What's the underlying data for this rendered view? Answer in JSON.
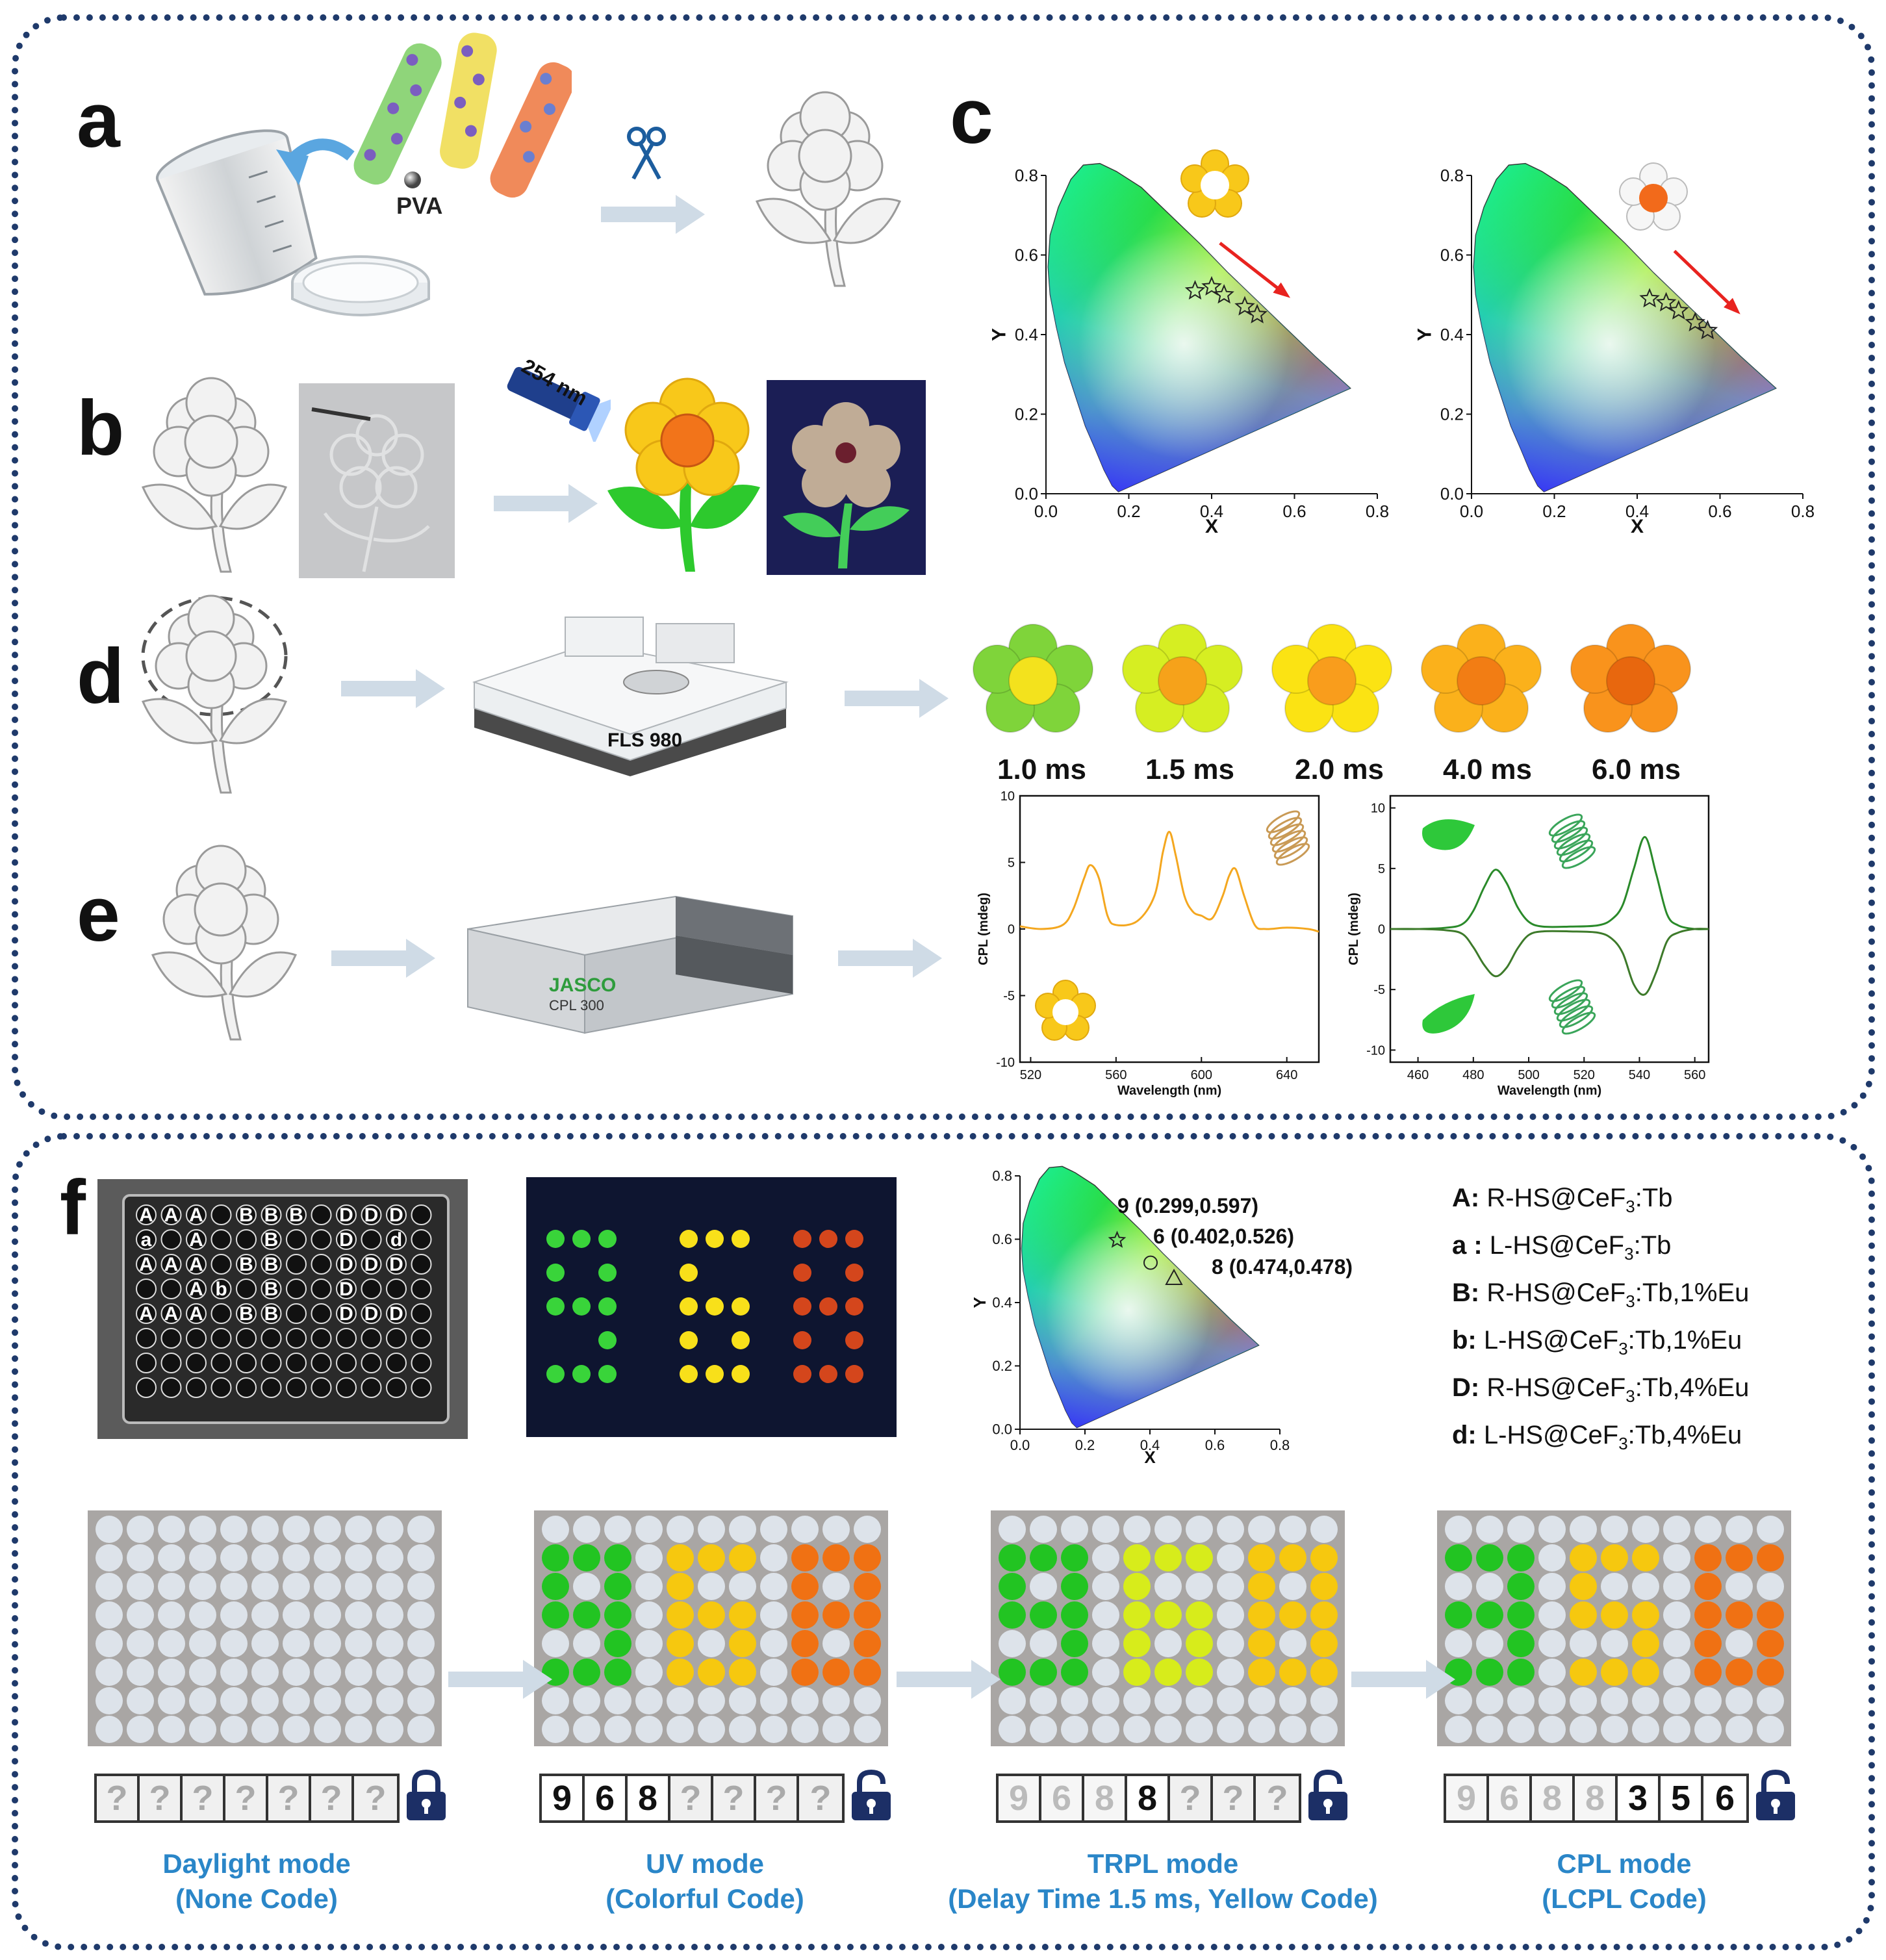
{
  "panels": {
    "a": "a",
    "b": "b",
    "c": "c",
    "d": "d",
    "e": "e",
    "f": "f"
  },
  "panel_a": {
    "material_label": "PVA"
  },
  "panel_b": {
    "uv_label": "254 nm"
  },
  "panel_c": {
    "charts": [
      {
        "xlabel": "X",
        "ylabel": "Y",
        "xticks": [
          "0.0",
          "0.2",
          "0.4",
          "0.6",
          "0.8"
        ],
        "yticks": [
          "0.0",
          "0.2",
          "0.4",
          "0.6",
          "0.8"
        ]
      },
      {
        "xlabel": "X",
        "ylabel": "Y",
        "xticks": [
          "0.0",
          "0.2",
          "0.4",
          "0.6",
          "0.8"
        ],
        "yticks": [
          "0.0",
          "0.2",
          "0.4",
          "0.6",
          "0.8"
        ]
      }
    ]
  },
  "panel_d": {
    "instrument_label": "FLS 980",
    "delays": [
      "1.0 ms",
      "1.5 ms",
      "2.0 ms",
      "4.0 ms",
      "6.0 ms"
    ],
    "flower_colors": [
      {
        "petal": "#7fd43a",
        "center": "#f3e21d"
      },
      {
        "petal": "#d6ee22",
        "center": "#f6a21a"
      },
      {
        "petal": "#fbe313",
        "center": "#f99d1c"
      },
      {
        "petal": "#fbb11b",
        "center": "#f27d14"
      },
      {
        "petal": "#f9931c",
        "center": "#e8670e"
      }
    ]
  },
  "panel_e": {
    "instrument_brand": "JASCO",
    "instrument_model": "CPL 300"
  },
  "chart_data": [
    {
      "type": "scatter",
      "xlabel": "X",
      "ylabel": "Y",
      "xlim": [
        0.0,
        0.8
      ],
      "ylim": [
        0.0,
        0.8
      ],
      "series": [
        {
          "x": [
            0.36,
            0.4,
            0.43,
            0.48,
            0.51
          ],
          "y": [
            0.51,
            0.52,
            0.5,
            0.47,
            0.45
          ]
        }
      ]
    },
    {
      "type": "scatter",
      "xlabel": "X",
      "ylabel": "Y",
      "xlim": [
        0.0,
        0.8
      ],
      "ylim": [
        0.0,
        0.8
      ],
      "series": [
        {
          "x": [
            0.43,
            0.47,
            0.5,
            0.54,
            0.57
          ],
          "y": [
            0.49,
            0.48,
            0.46,
            0.43,
            0.41
          ]
        }
      ]
    },
    {
      "type": "line",
      "xlabel": "Wavelength (nm)",
      "ylabel": "CPL (mdeg)",
      "xlim": [
        515,
        655
      ],
      "ylim": [
        -10,
        10
      ],
      "xticks": [
        "520",
        "560",
        "600",
        "640"
      ],
      "yticks": [
        "10",
        "5",
        "0",
        "-5",
        "-10"
      ],
      "series": [
        {
          "x": [
            515,
            525,
            535,
            540,
            545,
            548,
            552,
            556,
            560,
            570,
            578,
            582,
            585,
            588,
            592,
            596,
            600,
            605,
            610,
            613,
            616,
            620,
            625,
            630,
            640,
            650,
            655
          ],
          "y": [
            0.2,
            0.0,
            0.3,
            1.5,
            3.8,
            4.8,
            3.8,
            1.0,
            0.3,
            0.6,
            2.5,
            5.8,
            7.3,
            5.5,
            2.5,
            1.3,
            1.0,
            0.8,
            2.5,
            4.0,
            4.5,
            2.5,
            0.3,
            0.0,
            0.1,
            0.0,
            -0.2
          ]
        }
      ]
    },
    {
      "type": "line",
      "xlabel": "Wavelength (nm)",
      "ylabel": "CPL (mdeg)",
      "xlim": [
        450,
        565
      ],
      "ylim": [
        -11,
        11
      ],
      "xticks": [
        "460",
        "480",
        "500",
        "520",
        "540",
        "560"
      ],
      "yticks": [
        "10",
        "5",
        "0",
        "-5",
        "-10"
      ],
      "series": [
        {
          "x": [
            450,
            460,
            470,
            476,
            480,
            484,
            488,
            492,
            496,
            500,
            505,
            515,
            525,
            530,
            534,
            538,
            542,
            546,
            550,
            554,
            560,
            565
          ],
          "y": [
            0.0,
            0.0,
            0.1,
            0.4,
            1.5,
            3.5,
            4.9,
            3.8,
            1.8,
            0.6,
            0.2,
            0.2,
            0.3,
            0.8,
            2.0,
            5.0,
            7.6,
            4.6,
            1.2,
            0.3,
            0.0,
            0.0
          ]
        },
        {
          "x": [
            450,
            460,
            470,
            476,
            480,
            484,
            488,
            492,
            496,
            500,
            505,
            515,
            525,
            530,
            534,
            538,
            542,
            546,
            550,
            554,
            560,
            565
          ],
          "y": [
            0.0,
            0.0,
            -0.1,
            -0.4,
            -1.5,
            -3.0,
            -3.9,
            -3.2,
            -1.6,
            -0.5,
            -0.2,
            -0.2,
            -0.3,
            -0.8,
            -2.0,
            -4.6,
            -5.4,
            -3.6,
            -1.0,
            -0.3,
            0.0,
            0.0
          ]
        }
      ]
    },
    {
      "type": "scatter",
      "xlabel": "X",
      "ylabel": "Y",
      "xlim": [
        0.0,
        0.8
      ],
      "ylim": [
        0.0,
        0.8
      ],
      "points": [
        {
          "label": "9 (0.299,0.597)",
          "x": 0.299,
          "y": 0.597,
          "marker": "star"
        },
        {
          "label": "6 (0.402,0.526)",
          "x": 0.402,
          "y": 0.526,
          "marker": "circle"
        },
        {
          "label": "8 (0.474,0.478)",
          "x": 0.474,
          "y": 0.478,
          "marker": "triangle"
        }
      ]
    }
  ],
  "panel_f": {
    "photo_labels": [
      [
        "A",
        "A",
        "A",
        "B",
        "B",
        "B",
        "D",
        "D",
        "D"
      ],
      [
        "a",
        "A",
        "B",
        "D",
        "d"
      ],
      [
        "A",
        "A",
        "A",
        "B",
        "B",
        "D",
        "D",
        "D"
      ],
      [
        "A",
        "b",
        "B",
        "D"
      ],
      [
        "A",
        "A",
        "A",
        "B",
        "B",
        "D",
        "D",
        "D"
      ]
    ],
    "legend": [
      {
        "key": "A:",
        "text": "R-HS@CeF",
        "sub": "3",
        "tail": ":Tb"
      },
      {
        "key": "a :",
        "text": "L-HS@CeF",
        "sub": "3",
        "tail": ":Tb"
      },
      {
        "key": "B:",
        "text": "R-HS@CeF",
        "sub": "3",
        "tail": ":Tb,1%Eu"
      },
      {
        "key": "b:",
        "text": "L-HS@CeF",
        "sub": "3",
        "tail": ":Tb,1%Eu"
      },
      {
        "key": "D:",
        "text": "R-HS@CeF",
        "sub": "3",
        "tail": ":Tb,4%Eu"
      },
      {
        "key": "d:",
        "text": "L-HS@CeF",
        "sub": "3",
        "tail": ":Tb,4%Eu"
      }
    ],
    "modes": [
      {
        "line1": "Daylight mode",
        "line2": "(None Code)",
        "code": [
          "?",
          "?",
          "?",
          "?",
          "?",
          "?",
          "?"
        ],
        "state": [
          "q",
          "q",
          "q",
          "q",
          "q",
          "q",
          "q"
        ]
      },
      {
        "line1": "UV mode",
        "line2": "(Colorful Code)",
        "code": [
          "9",
          "6",
          "8",
          "?",
          "?",
          "?",
          "?"
        ],
        "state": [
          "on",
          "on",
          "on",
          "q",
          "q",
          "q",
          "q"
        ]
      },
      {
        "line1": "TRPL mode",
        "line2": "(Delay Time 1.5 ms, Yellow Code)",
        "code": [
          "9",
          "6",
          "8",
          "8",
          "?",
          "?",
          "?"
        ],
        "state": [
          "dim",
          "dim",
          "dim",
          "on",
          "q",
          "q",
          "q"
        ]
      },
      {
        "line1": "CPL mode",
        "line2": "(LCPL Code)",
        "code": [
          "9",
          "6",
          "8",
          "8",
          "3",
          "5",
          "6"
        ],
        "state": [
          "dim",
          "dim",
          "dim",
          "dim",
          "on",
          "on",
          "on"
        ]
      }
    ],
    "colors": {
      "green": "#22c422",
      "yellow": "#f6c80f",
      "yellowgreen": "#d7ec1b",
      "orange": "#f07113",
      "empty": "#dde3ea",
      "plate": "#a9a6a4"
    }
  }
}
